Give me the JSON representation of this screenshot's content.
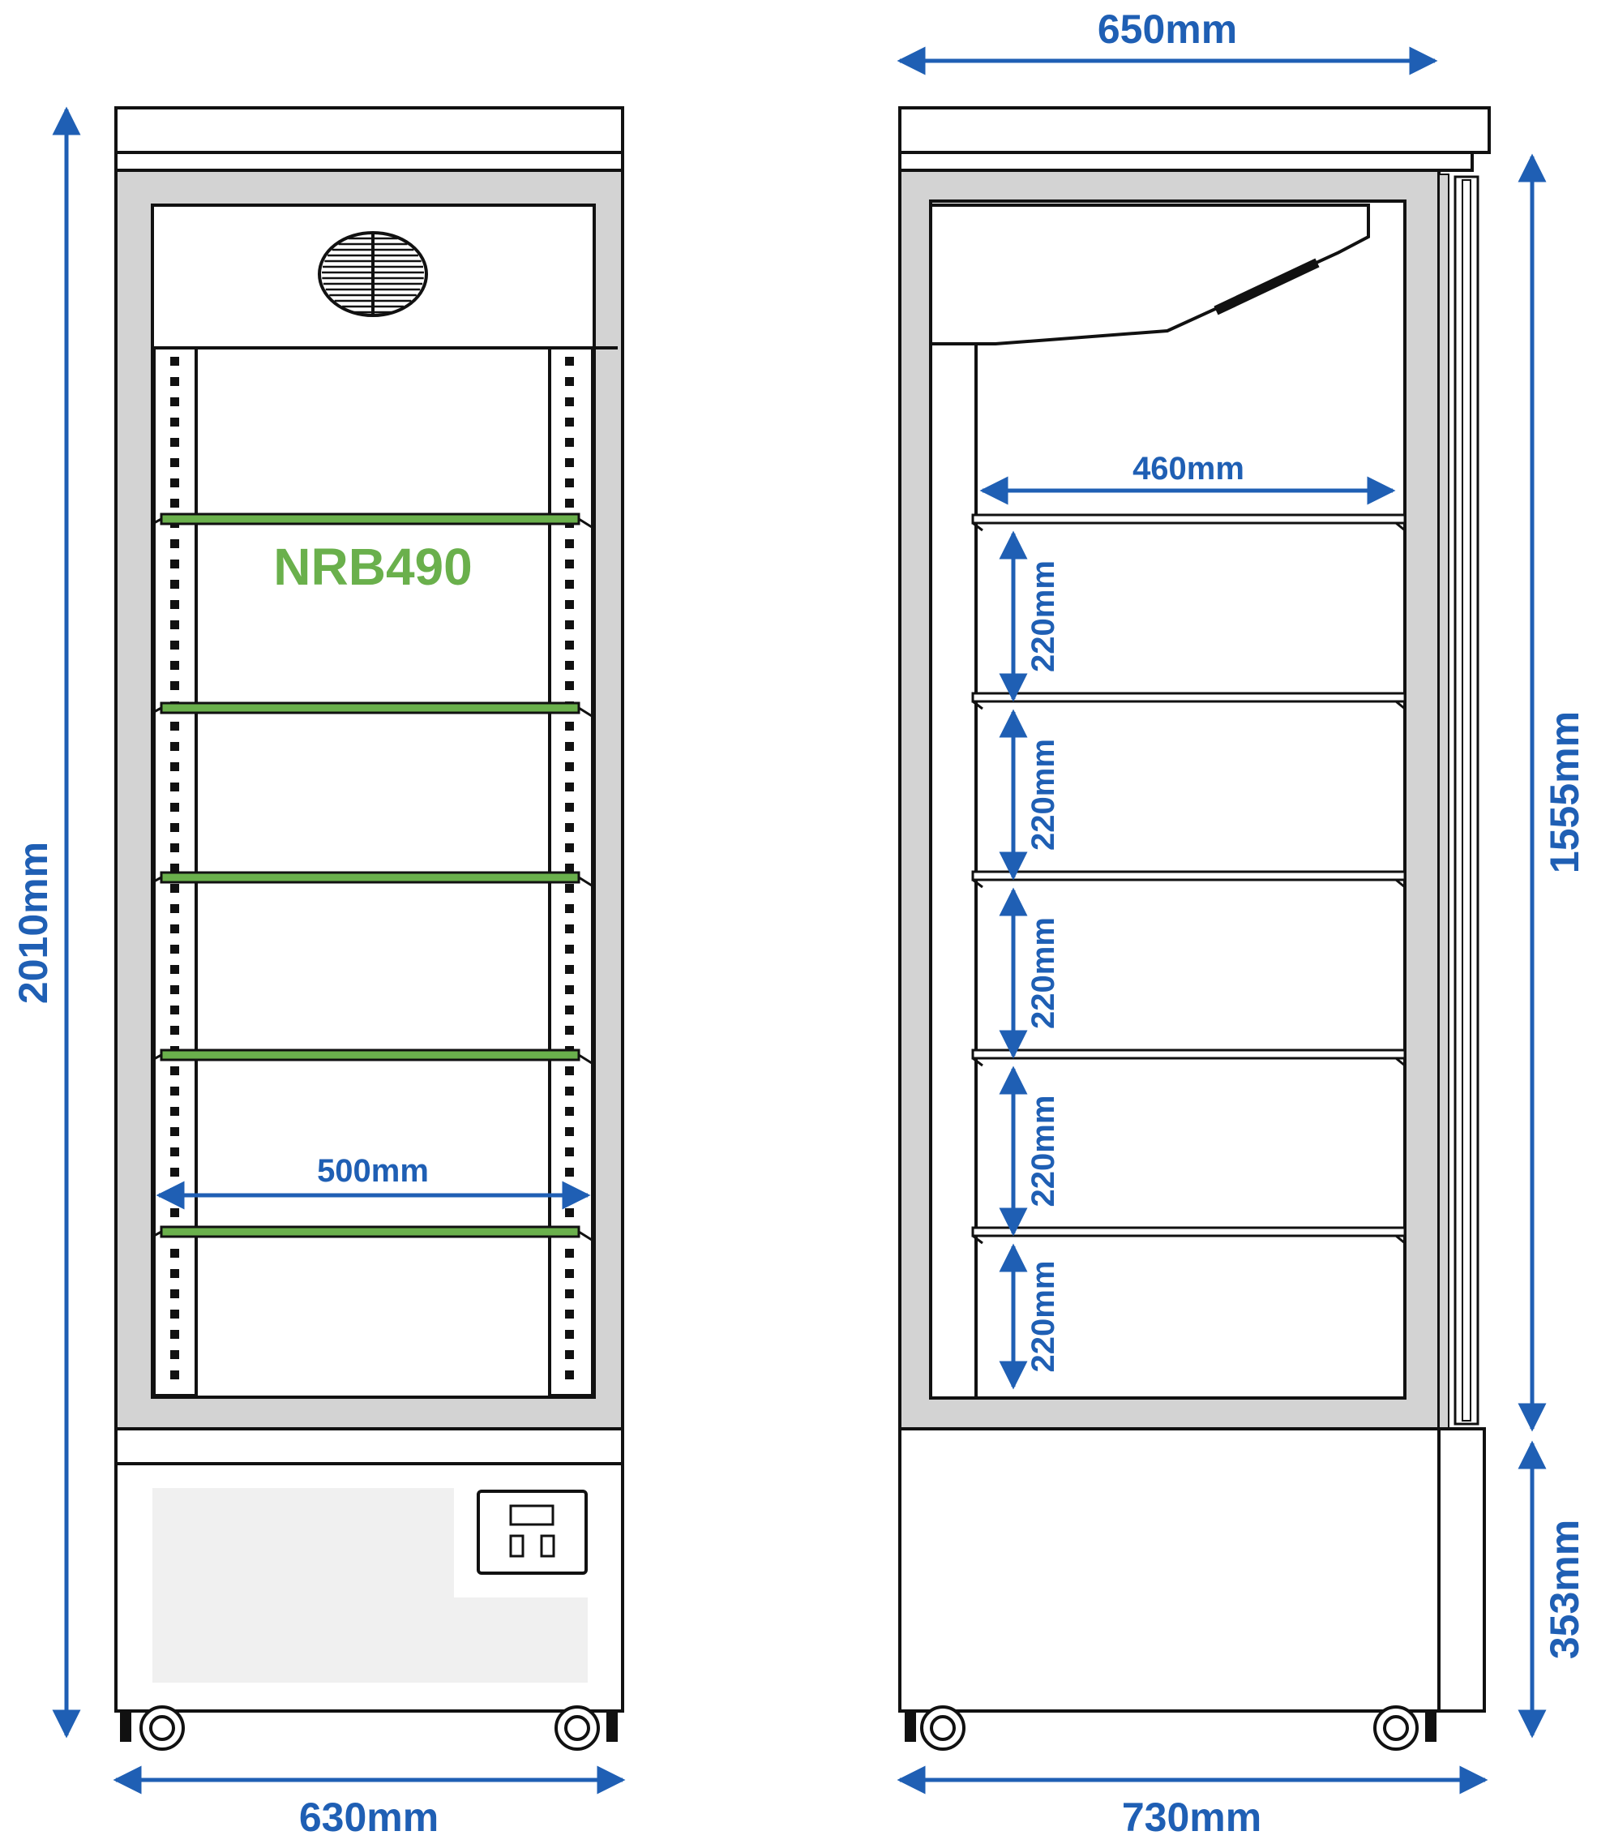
{
  "colors": {
    "dimension": "#1f5fb4",
    "shelf": "#6ab04c",
    "outline": "#111111",
    "frame_fill": "#d3d3d3",
    "panel_fill": "#f0f0f0"
  },
  "front_view": {
    "model_label": "NRB490",
    "height_label": "2010mm",
    "width_label": "630mm",
    "inner_width_label": "500mm"
  },
  "side_view": {
    "depth_top_label": "650mm",
    "depth_bottom_label": "730mm",
    "shelf_depth_label": "460mm",
    "door_height_label": "1555mm",
    "base_height_label": "353mm",
    "shelf_spacings": [
      {
        "label": "220mm"
      },
      {
        "label": "220mm"
      },
      {
        "label": "220mm"
      },
      {
        "label": "220mm"
      },
      {
        "label": "220mm"
      }
    ]
  }
}
